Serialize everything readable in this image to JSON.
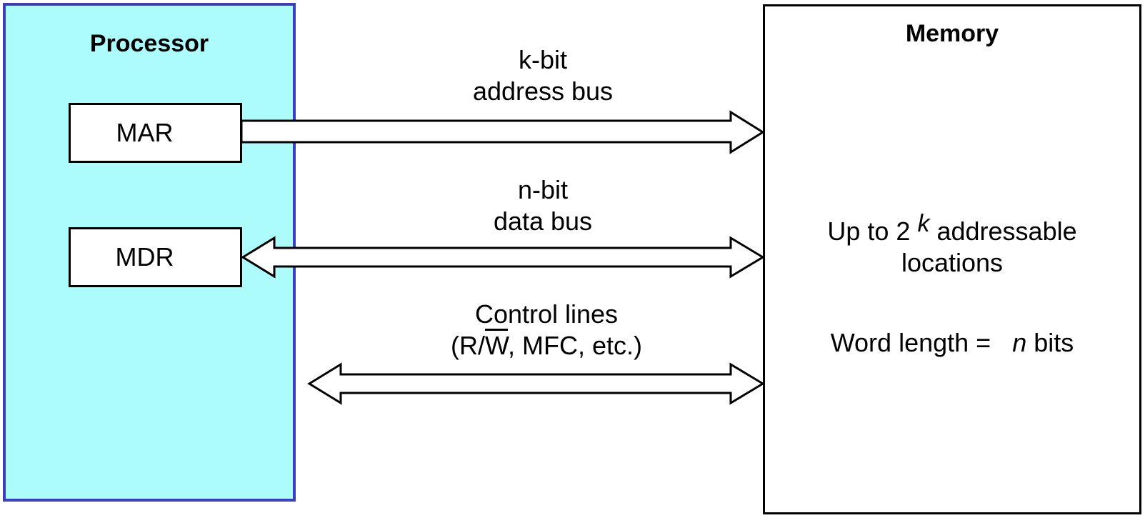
{
  "processor": {
    "title": "Processor",
    "fill_color": "#adfcfc",
    "border_color": "#3b3fbf",
    "registers": {
      "mar": "MAR",
      "mdr": "MDR"
    }
  },
  "memory": {
    "title": "Memory",
    "capacity_prefix": "Up to 2",
    "capacity_exponent": "k",
    "capacity_suffix": "addressable",
    "capacity_line2": "locations",
    "word_length_prefix": "Word length =",
    "word_length_var": "n",
    "word_length_suffix": "bits"
  },
  "buses": {
    "address": {
      "line1": "k-bit",
      "line2": "address bus"
    },
    "data": {
      "line1": "n-bit",
      "line2": "data bus"
    },
    "control": {
      "line1": "Control lines",
      "line2_open": "(R/",
      "line2_overline": "W",
      "line2_close": ", MFC, etc.)"
    }
  }
}
